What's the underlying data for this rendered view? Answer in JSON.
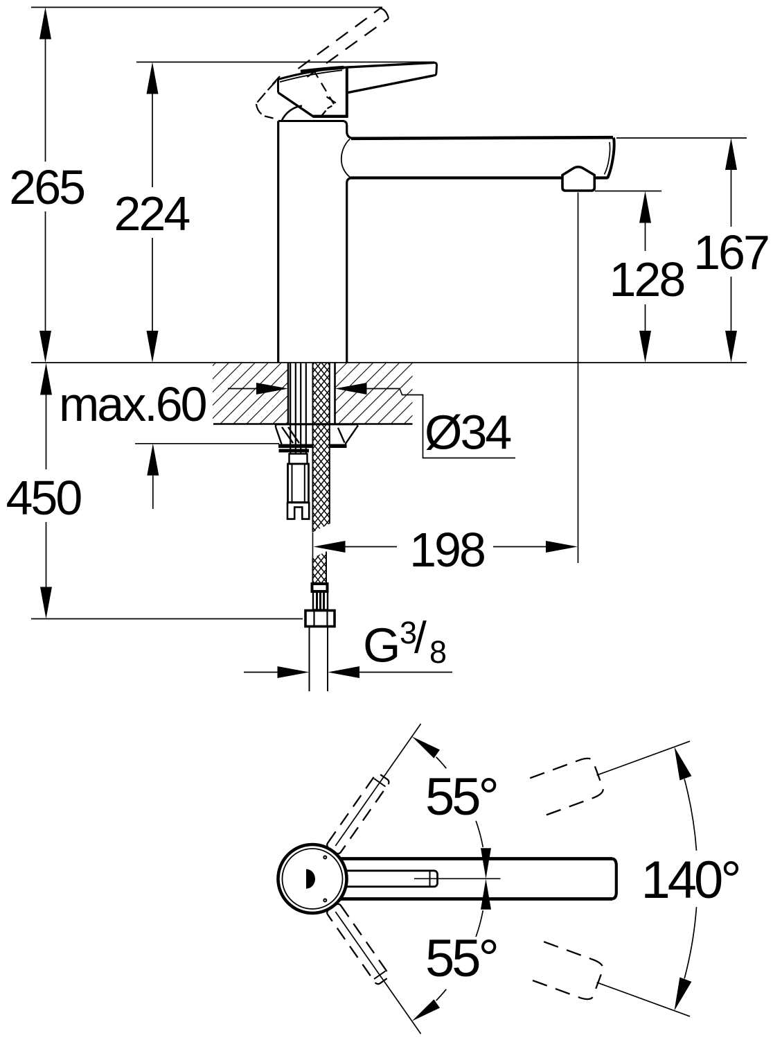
{
  "drawing": {
    "kind": "technical dimension drawing",
    "subject": "single-lever kitchen sink mixer tap",
    "views": [
      "side elevation with installation dimensions",
      "plan view with swivel angles"
    ],
    "units": "mm",
    "ink_color": "#000000",
    "background_color": "#ffffff"
  },
  "labels": {
    "total_height": "265",
    "lever_top_height": "224",
    "spout_top_height": "167",
    "spout_outlet_height": "128",
    "max_deck_thickness": "max.60",
    "hose_length": "450",
    "hole_diameter": "Ø34",
    "spout_projection": "198",
    "thread_letter": "G",
    "thread_numerator": "3",
    "thread_slash": "/",
    "thread_denominator": "8",
    "lever_swing_upper": "55°",
    "lever_swing_lower": "55°",
    "spout_swivel_total": "140°"
  }
}
